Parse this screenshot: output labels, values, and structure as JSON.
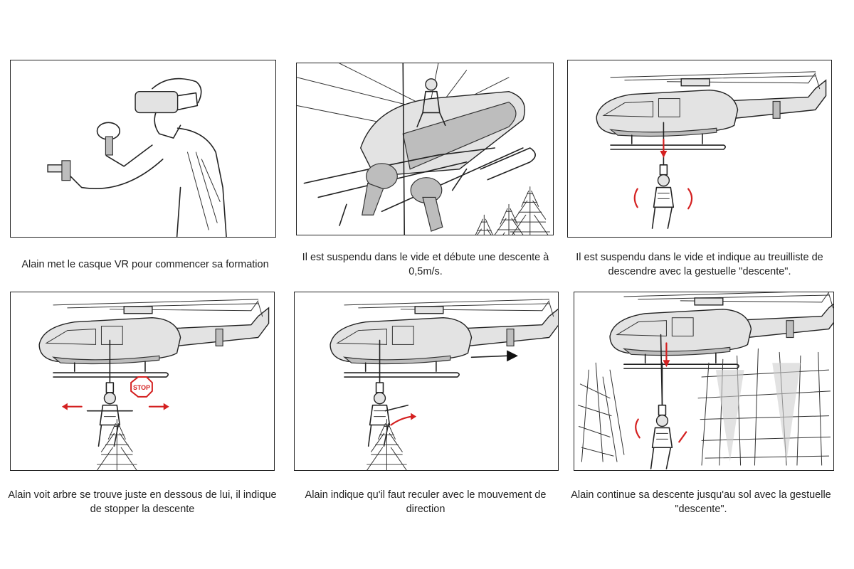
{
  "panels": [
    {
      "caption": "Alain met le casque VR pour commencer sa formation"
    },
    {
      "caption": "Il est suspendu dans le vide et débute une descente à 0,5m/s."
    },
    {
      "caption": "Il est suspendu dans le vide et indique au treuilliste de descendre avec la gestuelle \"descente\"."
    },
    {
      "caption": "Alain voit arbre se trouve juste en dessous de lui, il indique de stopper la descente",
      "sign": "STOP"
    },
    {
      "caption": "Alain indique qu'il faut reculer avec le mouvement de direction"
    },
    {
      "caption": "Alain continue sa descente jusqu'au sol avec la gestuelle \"descente\"."
    }
  ],
  "colors": {
    "accent": "#d42020",
    "ink": "#222222",
    "shade": "#bdbdbd"
  },
  "icons": [
    "vr-headset-icon",
    "vr-controller-icon",
    "helicopter-icon",
    "arrow-icon",
    "stop-sign-icon",
    "tree-icon"
  ]
}
